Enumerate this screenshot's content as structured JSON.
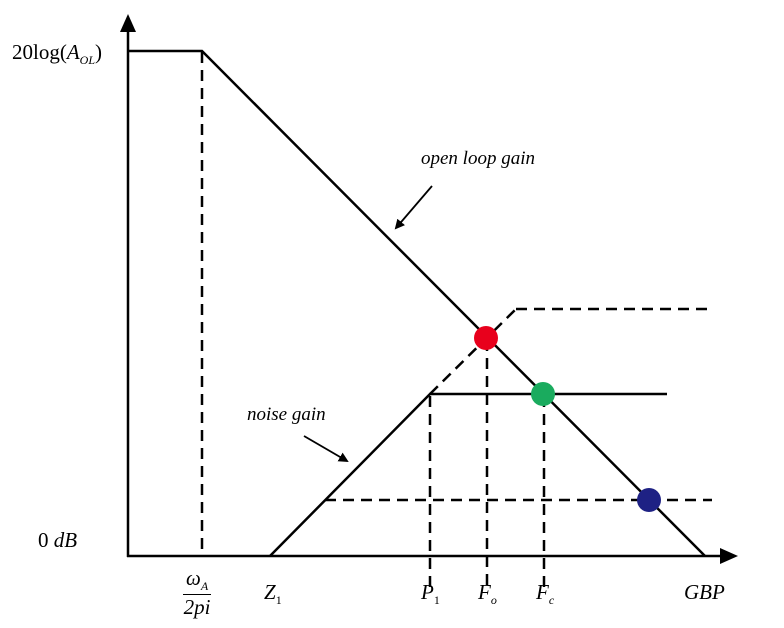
{
  "y_axis": {
    "top_label_prefix": "20log(",
    "top_label_var": "A",
    "top_label_sub": "OL",
    "top_label_suffix": ")",
    "zero_label_num": "0",
    "zero_label_unit": "dB"
  },
  "x_axis": {
    "omega_num": "ω",
    "omega_sub": "A",
    "omega_den": "2pi",
    "z_label": "Z",
    "z_sub": "1",
    "p_label": "P",
    "p_sub": "1",
    "fo_label": "F",
    "fo_sub": "o",
    "fc_label": "F",
    "fc_sub": "c",
    "gbp_label": "GBP"
  },
  "annotations": {
    "open_loop": "open loop gain",
    "noise": "noise gain"
  },
  "colors": {
    "red_point": "#e8001c",
    "green_point": "#1aab5e",
    "blue_point": "#1e2184"
  }
}
